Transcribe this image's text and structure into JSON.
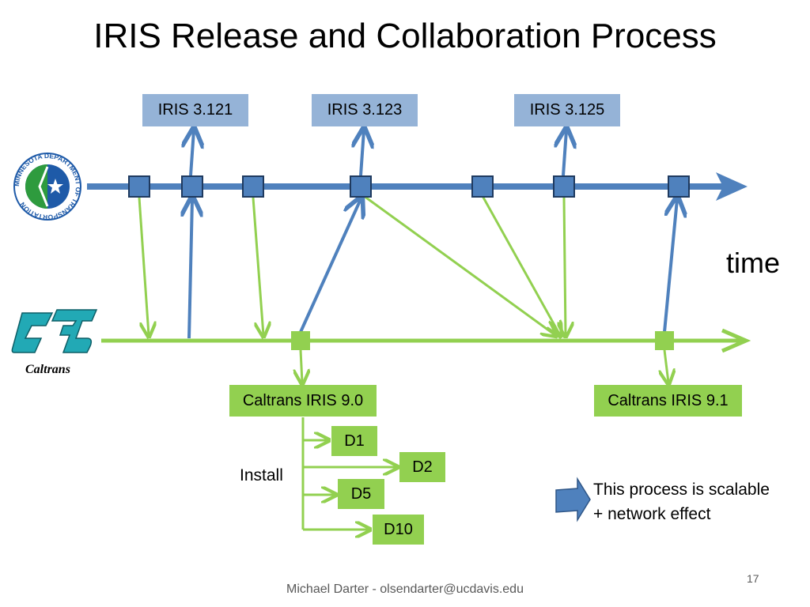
{
  "slide": {
    "title": "IRIS Release and Collaboration Process",
    "time_label": "time",
    "install_label": "Install",
    "note_line1": "This process is scalable",
    "note_line2": "+ network effect",
    "footer": "Michael Darter - olsendarter@ucdavis.edu",
    "page_number": "17"
  },
  "mndot_logo": {
    "ring_text": "MINNESOTA DEPARTMENT OF TRANSPORTATION"
  },
  "caltrans_logo": {
    "text": "Caltrans"
  },
  "iris_releases": [
    "IRIS 3.121",
    "IRIS 3.123",
    "IRIS 3.125"
  ],
  "caltrans_releases": [
    "Caltrans IRIS 9.0",
    "Caltrans IRIS 9.1"
  ],
  "districts": [
    "D1",
    "D2",
    "D5",
    "D10"
  ],
  "colors": {
    "blue_timeline": "#4f81bd",
    "blue_box": "#95b3d7",
    "green_timeline": "#92d050",
    "green_box": "#92d050"
  }
}
